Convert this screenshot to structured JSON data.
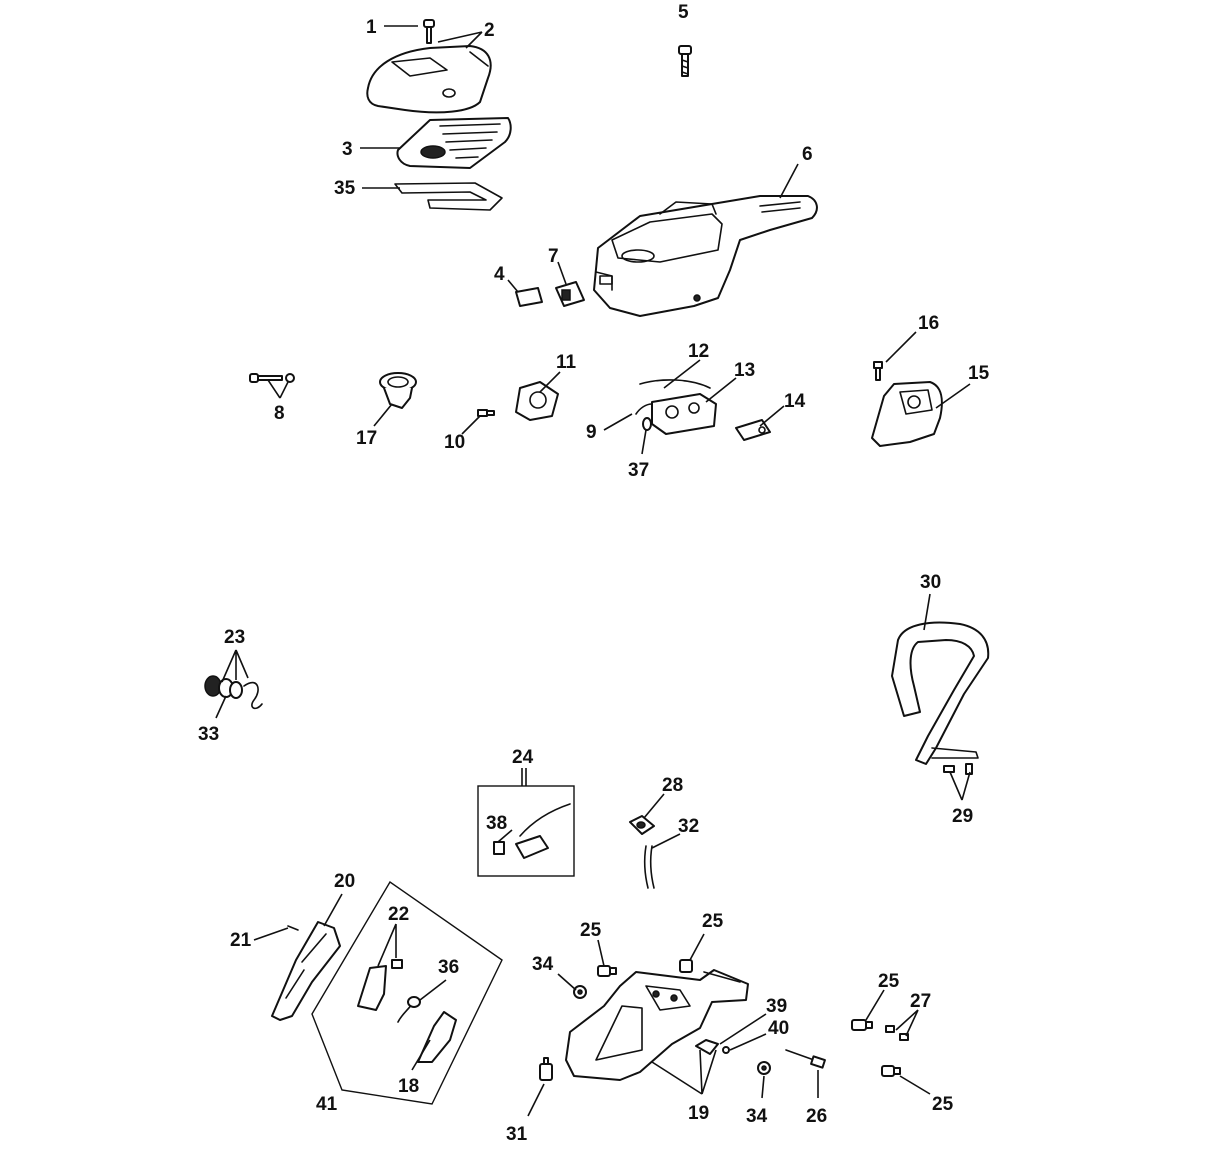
{
  "diagram": {
    "callouts": [
      "1",
      "2",
      "3",
      "4",
      "5",
      "6",
      "7",
      "8",
      "9",
      "10",
      "11",
      "12",
      "13",
      "14",
      "15",
      "16",
      "17",
      "18",
      "19",
      "20",
      "21",
      "22",
      "23",
      "24",
      "25",
      "25",
      "25",
      "25",
      "26",
      "27",
      "28",
      "29",
      "30",
      "31",
      "32",
      "33",
      "34",
      "34",
      "35",
      "36",
      "37",
      "38",
      "39",
      "40",
      "41"
    ]
  },
  "colors": {
    "line": "#111111",
    "background": "#ffffff"
  }
}
